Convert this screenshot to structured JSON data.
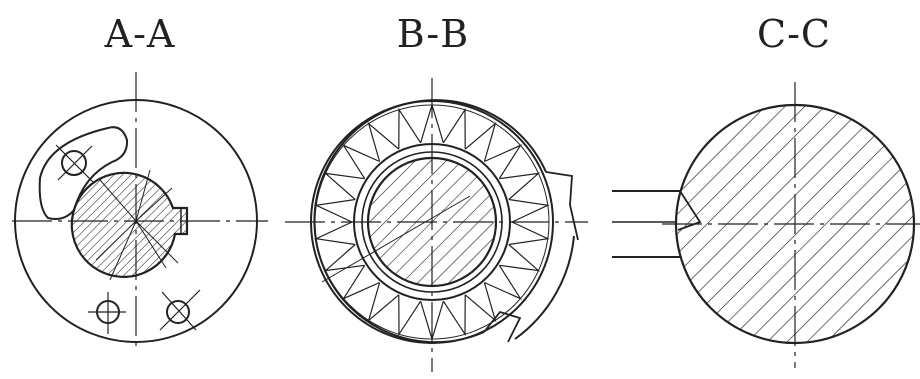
{
  "labels": {
    "section_a": "A-A",
    "section_b": "B-B",
    "section_c": "C-C"
  },
  "colors": {
    "ink": "#222222",
    "background": "#ffffff"
  }
}
